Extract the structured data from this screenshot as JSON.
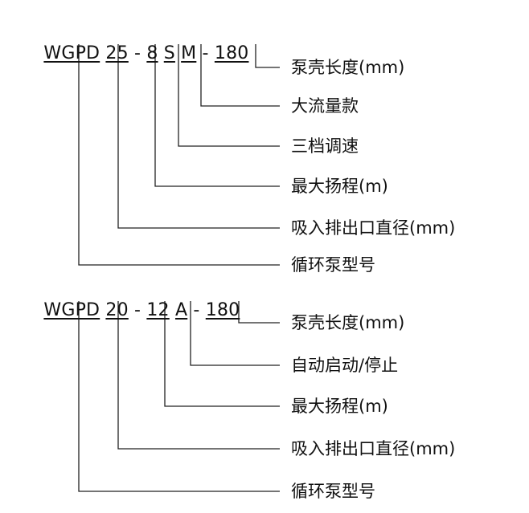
{
  "block1": {
    "code": {
      "series": "WGPD",
      "dn": "25",
      "sep1": "-",
      "head": "8",
      "variant": "S",
      "flow": "M",
      "sep2": "-",
      "length": "180"
    },
    "labels": {
      "length": "泵壳长度(mm)",
      "flow": "大流量款",
      "variant": "三档调速",
      "head": "最大扬程(m)",
      "dn": "吸入排出口直径(mm)",
      "series": "循环泵型号"
    }
  },
  "block2": {
    "code": {
      "series": "WGPD",
      "dn": "20",
      "sep1": "-",
      "head": "12",
      "variant": "A",
      "sep2": "-",
      "length": "180"
    },
    "labels": {
      "length": "泵壳长度(mm)",
      "variant": "自动启动/停止",
      "head": "最大扬程(m)",
      "dn": "吸入排出口直径(mm)",
      "series": "循环泵型号"
    }
  }
}
